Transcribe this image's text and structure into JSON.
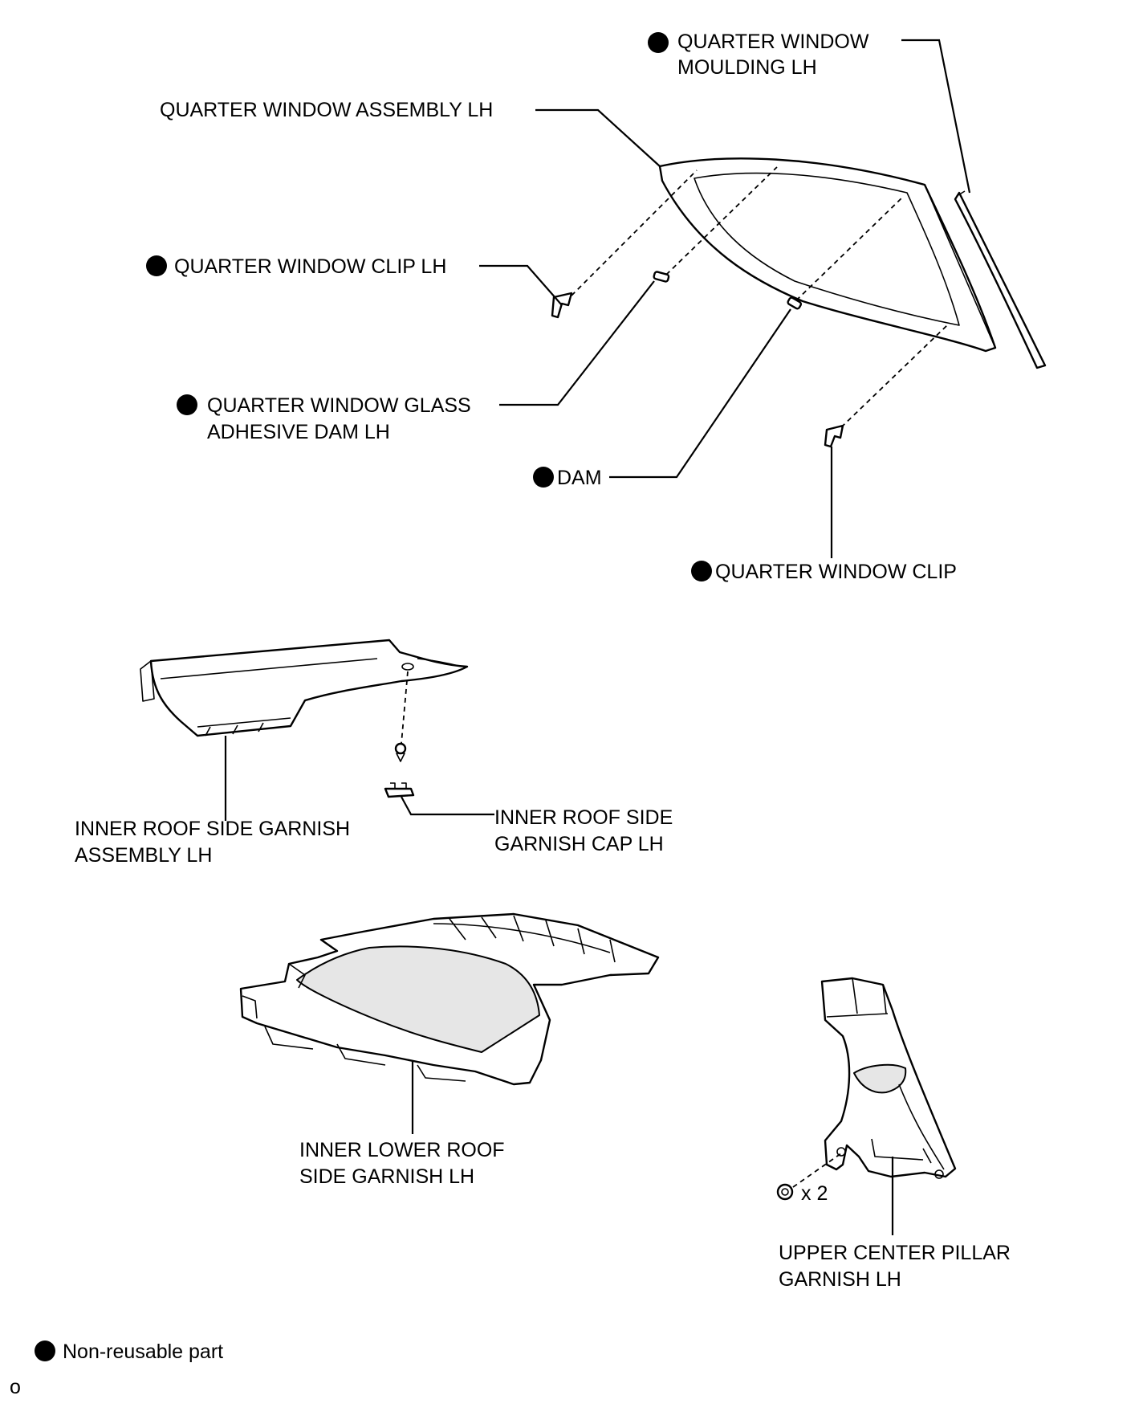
{
  "labels": {
    "quarter_window_moulding_lh": [
      "QUARTER WINDOW",
      "MOULDING LH"
    ],
    "quarter_window_assembly_lh": [
      "QUARTER WINDOW ASSEMBLY LH"
    ],
    "quarter_window_clip_lh": [
      "QUARTER WINDOW CLIP LH"
    ],
    "quarter_window_glass_adhesive_dam_lh": [
      "QUARTER WINDOW GLASS",
      "ADHESIVE DAM LH"
    ],
    "dam": [
      "DAM"
    ],
    "quarter_window_clip": [
      "QUARTER WINDOW CLIP"
    ],
    "inner_roof_side_garnish_assembly_lh": [
      "INNER ROOF SIDE GARNISH",
      "ASSEMBLY LH"
    ],
    "inner_roof_side_garnish_cap_lh": [
      "INNER ROOF SIDE",
      "GARNISH CAP LH"
    ],
    "inner_lower_roof_side_garnish_lh": [
      "INNER LOWER ROOF",
      "SIDE GARNISH LH"
    ],
    "upper_center_pillar_garnish_lh": [
      "UPPER CENTER PILLAR",
      "GARNISH LH"
    ],
    "bolt_quantity": "x 2"
  },
  "legend": {
    "non_reusable": "Non-reusable part"
  },
  "corner_mark": "o"
}
